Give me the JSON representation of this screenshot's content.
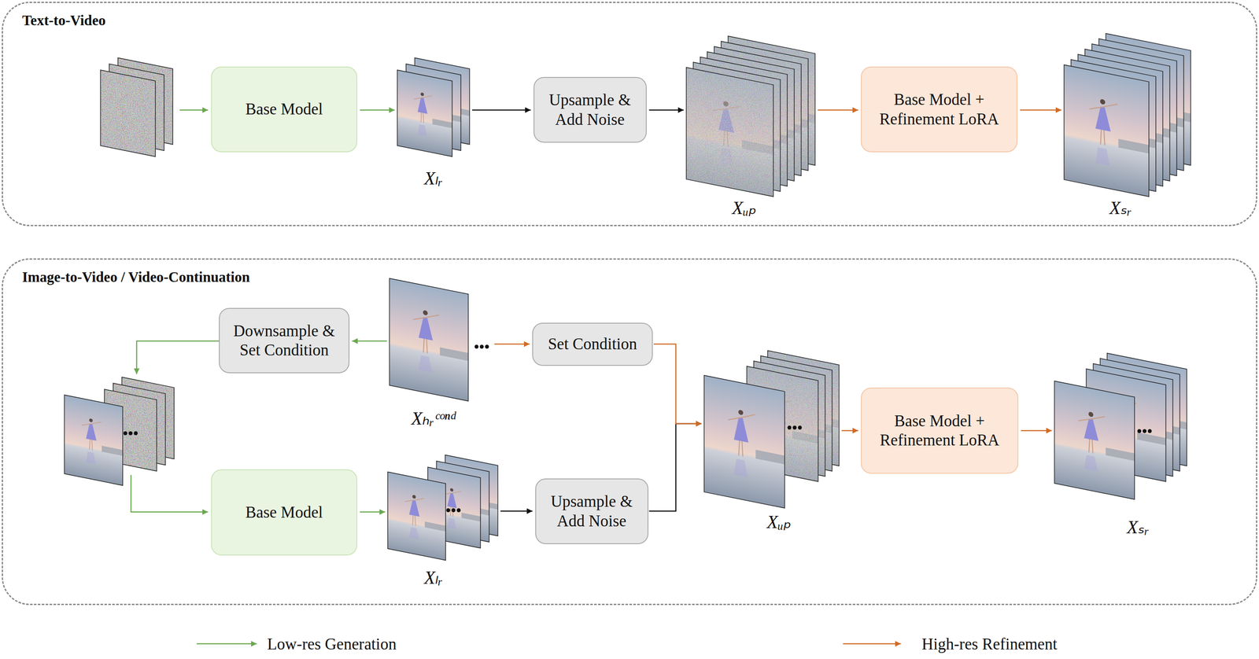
{
  "diagram": {
    "nodes": [
      {
        "text": [
          "Text-to-Video"
        ]
      },
      {
        "text": [
          "Base Model"
        ],
        "in": 0
      },
      {
        "text": [
          "Xₗᵣ"
        ],
        "in": 0
      },
      {
        "text": [
          "Upsample & Add Noise"
        ],
        "in": 0
      },
      {
        "text": [
          "Xᵤₚ"
        ],
        "in": 0
      },
      {
        "text": [
          "Base Model + Refinement LoRA"
        ],
        "in": 0
      },
      {
        "text": [
          "Xₛᵣ"
        ],
        "in": 0
      },
      {
        "text": [
          "Image-to-Video / Video-Continuation"
        ]
      },
      {
        "text": [
          "Downsample & Set Condition"
        ],
        "in": 7
      },
      {
        "text": [
          "Xₕᵣᶜᵒⁿᵈ"
        ],
        "in": 7
      },
      {
        "text": [
          "Set Condition"
        ],
        "in": 7
      },
      {
        "text": [
          "Xᵤₚ"
        ],
        "in": 7
      },
      {
        "text": [
          "Base Model + Refinement LoRA"
        ],
        "in": 7
      },
      {
        "text": [
          "Xₛᵣ"
        ],
        "in": 7
      },
      {
        "text": [
          "Base Model"
        ],
        "in": 7
      },
      {
        "text": [
          "Xₗᵣ"
        ],
        "in": 7
      },
      {
        "text": [
          "Upsample & Add Noise"
        ],
        "in": 7
      }
    ],
    "edges": [
      {
        "from": 1,
        "to": 2,
        "arrow": "to"
      },
      {
        "from": 2,
        "to": 3,
        "arrow": "to"
      },
      {
        "from": 3,
        "to": 4,
        "arrow": "to"
      },
      {
        "from": 4,
        "to": 5,
        "arrow": "to"
      },
      {
        "from": 5,
        "to": 6,
        "arrow": "to"
      },
      {
        "from": 9,
        "to": 8,
        "arrow": "to"
      },
      {
        "from": 14,
        "to": 15,
        "arrow": "to"
      },
      {
        "from": 15,
        "to": 16,
        "arrow": "to"
      },
      {
        "from": 16,
        "to": 11,
        "arrow": "to"
      },
      {
        "from": 9,
        "to": 10,
        "arrow": "to"
      },
      {
        "from": 10,
        "to": 11,
        "arrow": "to"
      },
      {
        "from": 11,
        "to": 12,
        "arrow": "to"
      },
      {
        "from": 12,
        "to": 13,
        "arrow": "to"
      }
    ],
    "legend": [
      {
        "text": "Low-res Generation"
      },
      {
        "text": "High-res Refinement"
      }
    ]
  }
}
